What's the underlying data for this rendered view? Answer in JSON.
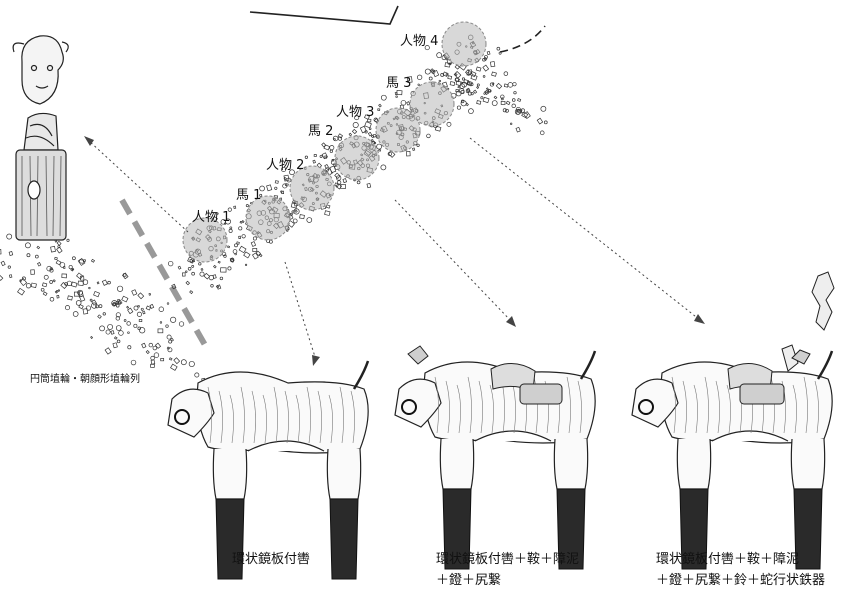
{
  "clusters": [
    {
      "id": "person1",
      "label": "人物 1"
    },
    {
      "id": "horse1",
      "label": "馬 1"
    },
    {
      "id": "person2",
      "label": "人物 2"
    },
    {
      "id": "horse2",
      "label": "馬 2"
    },
    {
      "id": "person3",
      "label": "人物 3"
    },
    {
      "id": "horse3",
      "label": "馬 3"
    },
    {
      "id": "person4",
      "label": "人物 4"
    }
  ],
  "left_row_label": "円筒埴輪・朝顔形埴輪列",
  "captions": [
    {
      "id": "caption1",
      "lines": [
        "環状鏡板付轡"
      ]
    },
    {
      "id": "caption2",
      "lines": [
        "環状鏡板付轡＋鞍＋障泥",
        "＋鐙＋尻繋"
      ]
    },
    {
      "id": "caption3",
      "lines": [
        "環状鏡板付轡＋鞍＋障泥",
        "＋鐙＋尻繋＋鈴＋蛇行状鉄器"
      ]
    }
  ],
  "colors": {
    "line": "#222222",
    "marker": "#b8b8b8",
    "leg": "#2a2a2a"
  }
}
